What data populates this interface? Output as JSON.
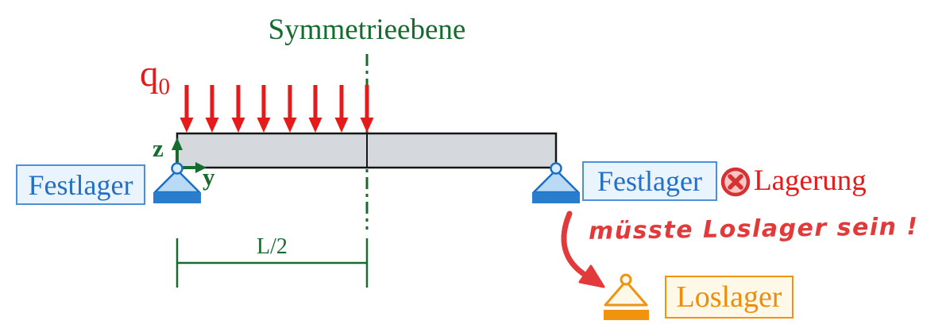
{
  "colors": {
    "green": "#176b2e",
    "red": "#e51b1b",
    "red_soft": "#e23a3a",
    "ring_red": "#d53232",
    "pink": "#f9c5c5",
    "blue_text": "#2470c8",
    "blue_border": "#4a91d9",
    "blue_stroke": "#1b6fc6",
    "blue_bg": "#e9f4fd",
    "blue_light": "#b8daf4",
    "blue_mid": "#2a7ccc",
    "pin_fill": "#d6ebfb",
    "beam_fill": "#d5d8dc",
    "beam_stroke": "#161616",
    "orange": "#f0930e",
    "orange_text": "#ee8d06",
    "cream": "#fdf8e8"
  },
  "diagram": {
    "symmetry_label": "Symmetrieebene",
    "load_label": "q",
    "load_label_sub": "0",
    "axis_z_label": "z",
    "axis_y_label": "y",
    "dimension_label": "L/2",
    "left_support_label": "Festlager",
    "right_support_label": "Festlager",
    "error_label": "Lagerung",
    "annotation_text": "müsste Loslager sein !",
    "correction_label": "Loslager"
  }
}
